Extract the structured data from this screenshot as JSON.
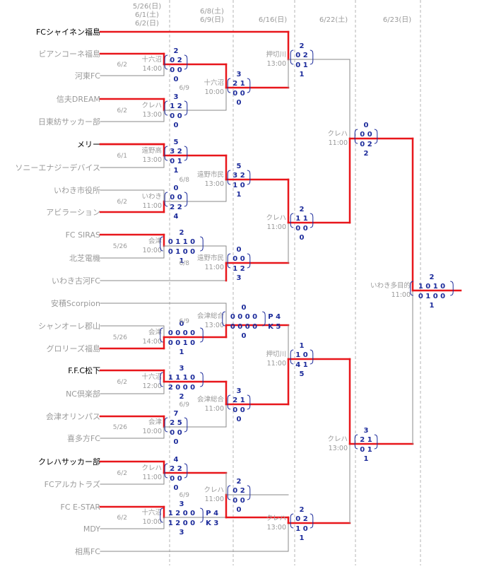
{
  "colors": {
    "win": "#e8161b",
    "lose": "#8a8a8a",
    "score": "#1b2a9a",
    "gray_text": "#9a9a9a",
    "divider": "#b5b5b5"
  },
  "round_dates": [
    [
      "5/26(日)",
      "6/1(土)",
      "6/2(日)"
    ],
    [
      "6/8(土)",
      "6/9(日)"
    ],
    [
      "6/16(日)"
    ],
    [
      "6/22(土)"
    ],
    [
      "6/23(日)"
    ]
  ],
  "teams": [
    {
      "name": "FCシャイネン福島",
      "winner": true
    },
    {
      "name": "ビアンコーネ福島",
      "winner": false
    },
    {
      "name": "河東FC",
      "winner": false
    },
    {
      "name": "信夫DREAM",
      "winner": false
    },
    {
      "name": "日東紡サッカー部",
      "winner": false
    },
    {
      "name": "メリー",
      "winner": true
    },
    {
      "name": "ソニーエナジーデバイス",
      "winner": false
    },
    {
      "name": "いわき市役所",
      "winner": false
    },
    {
      "name": "アビラーション",
      "winner": false
    },
    {
      "name": "FC SIRAS",
      "winner": false
    },
    {
      "name": "北芝電機",
      "winner": false
    },
    {
      "name": "いわき古河FC",
      "winner": false
    },
    {
      "name": "安積Scorpion",
      "winner": false
    },
    {
      "name": "シャンオーレ郡山",
      "winner": false
    },
    {
      "name": "グロリーズ福島",
      "winner": false
    },
    {
      "name": "F.F.C松下",
      "winner": true
    },
    {
      "name": "NC倶楽部",
      "winner": false
    },
    {
      "name": "会津オリンパス",
      "winner": false
    },
    {
      "name": "喜多方FC",
      "winner": false
    },
    {
      "name": "クレハサッカー部",
      "winner": true
    },
    {
      "name": "FCアルカトラズ",
      "winner": false
    },
    {
      "name": "FC E-STAR",
      "winner": false
    },
    {
      "name": "MDY",
      "winner": false
    },
    {
      "name": "相馬FC",
      "winner": false
    }
  ],
  "matches": [
    {
      "id": "r1-1",
      "date": "6/2",
      "venue": "十六沼",
      "time": "14:00",
      "top_total": "2",
      "top_halves": "0 2",
      "bottom_halves": "0 0",
      "bottom_total": "0",
      "pk": ""
    },
    {
      "id": "r1-2",
      "date": "6/2",
      "venue": "クレハ",
      "time": "13:00",
      "top_total": "3",
      "top_halves": "1 2",
      "bottom_halves": "0 0",
      "bottom_total": "0",
      "pk": ""
    },
    {
      "id": "r1-3",
      "date": "6/1",
      "venue": "遠野高",
      "time": "13:00",
      "top_total": "5",
      "top_halves": "3 2",
      "bottom_halves": "0 1",
      "bottom_total": "1",
      "pk": ""
    },
    {
      "id": "r1-4",
      "date": "6/2",
      "venue": "いわき",
      "time": "11:00",
      "top_total": "0",
      "top_halves": "0 0",
      "bottom_halves": "2 2",
      "bottom_total": "4",
      "pk": ""
    },
    {
      "id": "r1-5",
      "date": "5/26",
      "venue": "会津",
      "time": "10:00",
      "top_total": "2",
      "top_halves": "0 1 1 0",
      "bottom_halves": "0 1 0 0",
      "bottom_total": "1",
      "pk": ""
    },
    {
      "id": "r1-6",
      "date": "5/26",
      "venue": "会津",
      "time": "14:00",
      "top_total": "0",
      "top_halves": "0 0 0 0",
      "bottom_halves": "0 0 1 0",
      "bottom_total": "1",
      "pk": ""
    },
    {
      "id": "r1-7",
      "date": "6/2",
      "venue": "十六沼",
      "time": "12:00",
      "top_total": "3",
      "top_halves": "1 1 1 0",
      "bottom_halves": "2 0 0 0",
      "bottom_total": "2",
      "pk": ""
    },
    {
      "id": "r1-8",
      "date": "5/26",
      "venue": "会津",
      "time": "10:00",
      "top_total": "7",
      "top_halves": "2 5",
      "bottom_halves": "0 0",
      "bottom_total": "0",
      "pk": ""
    },
    {
      "id": "r1-9",
      "date": "6/2",
      "venue": "クレハ",
      "time": "11:00",
      "top_total": "4",
      "top_halves": "2 2",
      "bottom_halves": "0 0",
      "bottom_total": "0",
      "pk": ""
    },
    {
      "id": "r1-10",
      "date": "6/2",
      "venue": "十六沼",
      "time": "10:00",
      "top_total": "3",
      "top_halves": "1 2 0 0",
      "bottom_halves": "1 2 0 0",
      "bottom_total": "3",
      "pk": "P 4|K 3"
    },
    {
      "id": "r2-1",
      "date": "6/9",
      "venue": "十六沼",
      "time": "10:00",
      "top_total": "3",
      "top_halves": "2 1",
      "bottom_halves": "0 0",
      "bottom_total": "0",
      "pk": ""
    },
    {
      "id": "r2-2",
      "date": "6/8",
      "venue": "遠野市民",
      "time": "13:00",
      "top_total": "5",
      "top_halves": "3 2",
      "bottom_halves": "1 0",
      "bottom_total": "1",
      "pk": ""
    },
    {
      "id": "r2-3",
      "date": "6/8",
      "venue": "遠野市民",
      "time": "11:00",
      "top_total": "0",
      "top_halves": "0 0",
      "bottom_halves": "1 2",
      "bottom_total": "3",
      "pk": ""
    },
    {
      "id": "r2-4",
      "date": "6/9",
      "venue": "会津総合",
      "time": "13:00",
      "top_total": "0",
      "top_halves": "0 0 0 0",
      "bottom_halves": "0 0 0 0",
      "bottom_total": "0",
      "pk": "P 4|K 5"
    },
    {
      "id": "r2-5",
      "date": "6/9",
      "venue": "会津総合",
      "time": "11:00",
      "top_total": "3",
      "top_halves": "2 1",
      "bottom_halves": "0 0",
      "bottom_total": "0",
      "pk": ""
    },
    {
      "id": "r2-6",
      "date": "6/9",
      "venue": "クレハ",
      "time": "11:00",
      "top_total": "2",
      "top_halves": "0 2",
      "bottom_halves": "0 0",
      "bottom_total": "0",
      "pk": ""
    },
    {
      "id": "r3-1",
      "date": "",
      "venue": "押切川",
      "time": "13:00",
      "top_total": "2",
      "top_halves": "0 2",
      "bottom_halves": "0 1",
      "bottom_total": "1",
      "pk": ""
    },
    {
      "id": "r3-2",
      "date": "",
      "venue": "クレハ",
      "time": "11:00",
      "top_total": "2",
      "top_halves": "1 1",
      "bottom_halves": "0 0",
      "bottom_total": "0",
      "pk": ""
    },
    {
      "id": "r3-3",
      "date": "",
      "venue": "押切川",
      "time": "11:00",
      "top_total": "1",
      "top_halves": "1 0",
      "bottom_halves": "4 1",
      "bottom_total": "5",
      "pk": ""
    },
    {
      "id": "r3-4",
      "date": "",
      "venue": "クレハ",
      "time": "13:00",
      "top_total": "2",
      "top_halves": "0 2",
      "bottom_halves": "1 0",
      "bottom_total": "1",
      "pk": ""
    },
    {
      "id": "sf-1",
      "date": "",
      "venue": "クレハ",
      "time": "11:00",
      "top_total": "0",
      "top_halves": "0 0",
      "bottom_halves": "0 2",
      "bottom_total": "2",
      "pk": ""
    },
    {
      "id": "sf-2",
      "date": "",
      "venue": "クレハ",
      "time": "13:00",
      "top_total": "3",
      "top_halves": "2 1",
      "bottom_halves": "0 1",
      "bottom_total": "1",
      "pk": ""
    },
    {
      "id": "final",
      "date": "",
      "venue": "いわき多目的",
      "time": "11:00",
      "top_total": "2",
      "top_halves": "1 0 1 0",
      "bottom_halves": "0 1 0 0",
      "bottom_total": "1",
      "pk": ""
    }
  ]
}
